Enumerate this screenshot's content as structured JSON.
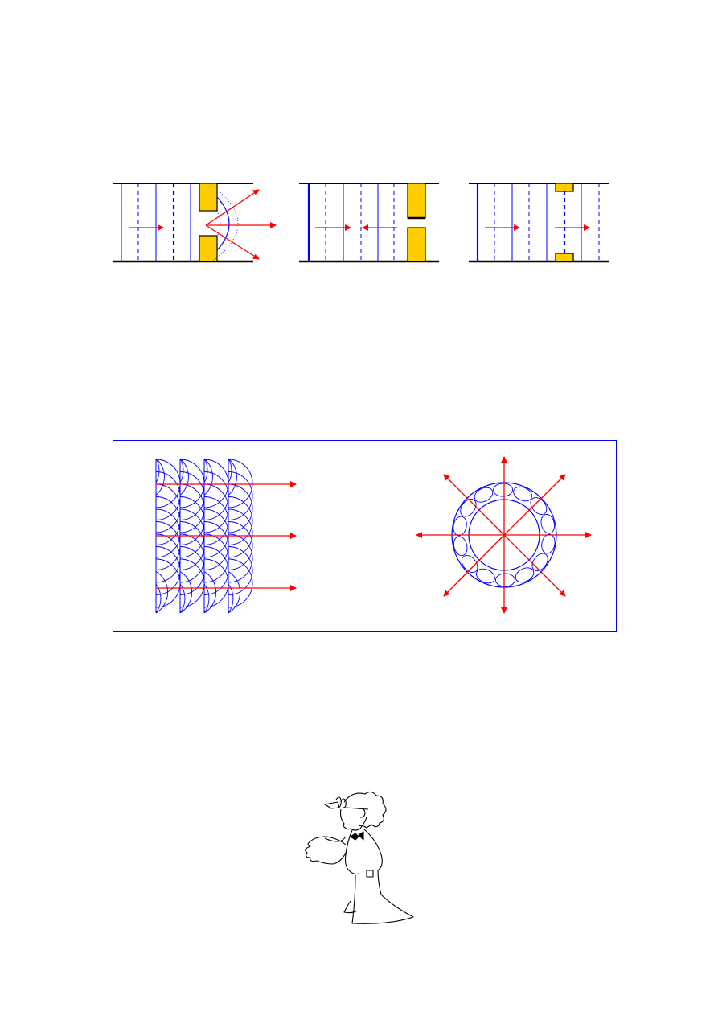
{
  "colors": {
    "wave": "#0000ff",
    "arrow": "#ff0000",
    "barrier": "#ffcc00",
    "outline": "#000000",
    "frame": "#0000ff"
  },
  "panels": [
    {
      "content": "diffraction-through-slit"
    },
    {
      "content": "reflection-from-barrier"
    },
    {
      "content": "transmission-through-opening"
    }
  ],
  "huygens_box": {
    "left": "plane-wave-wavelets",
    "right": "spherical-wave-wavelets"
  },
  "illustration": "scientist-cartoon"
}
